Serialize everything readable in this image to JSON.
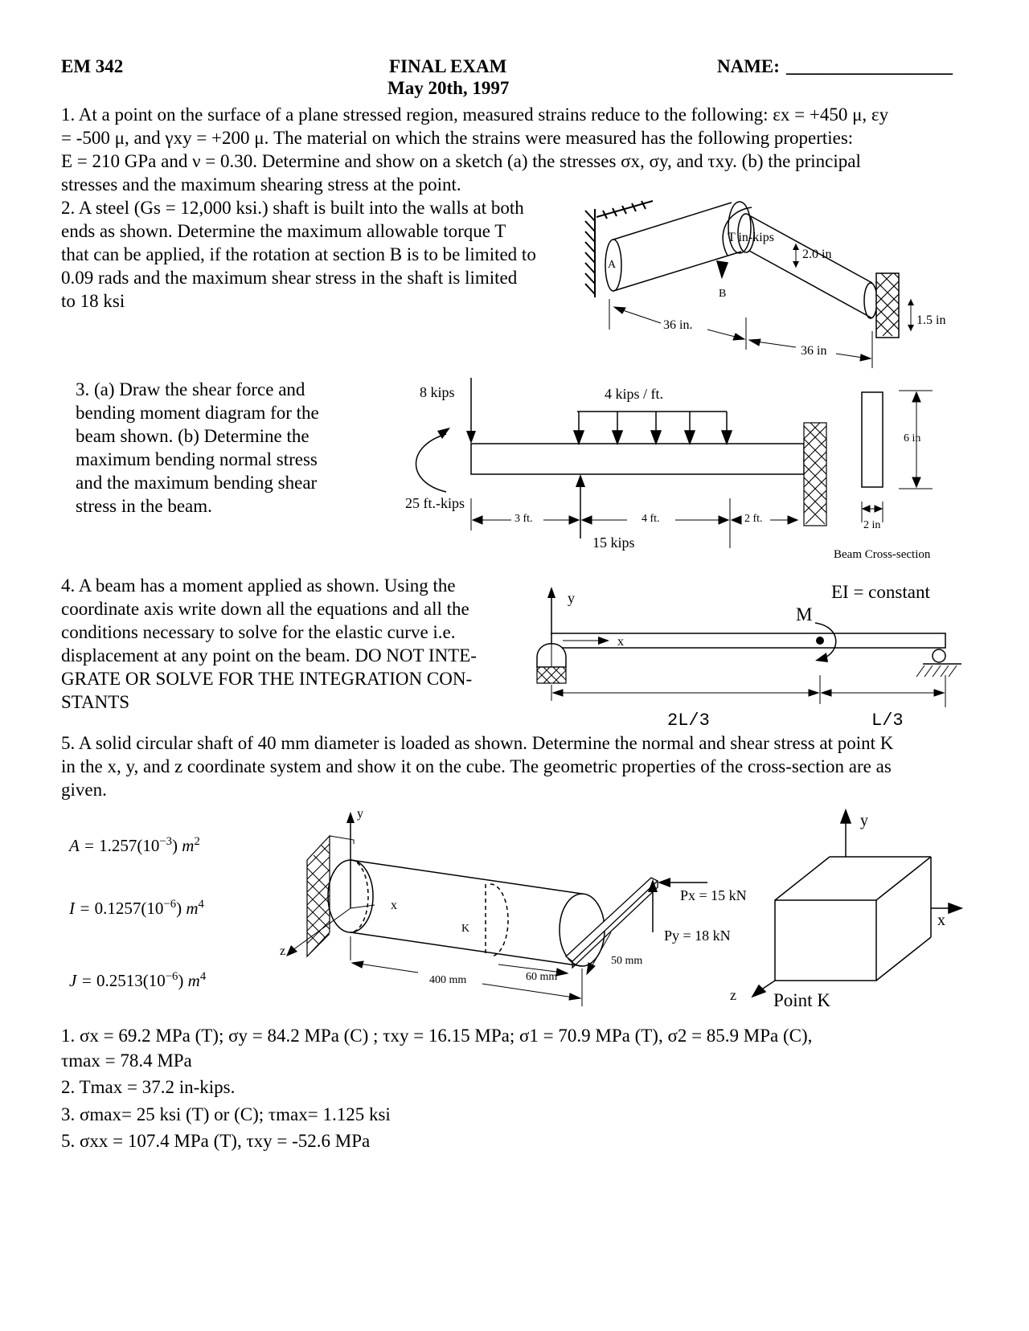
{
  "header": {
    "course": "EM 342",
    "title": "FINAL EXAM",
    "date": "May 20th, 1997",
    "name_label": "NAME:",
    "name_line": "__________________"
  },
  "problems": {
    "p1": {
      "lines": [
        "1.  At a point on the surface of a plane stressed region, measured strains reduce to the following: εx = +450 μ,  εy",
        "= -500 μ, and γxy = +200 μ. The material on which the strains were measured has the following properties:",
        "E = 210 GPa and ν = 0.30. Determine and show on a sketch (a) the stresses σx, σy, and τxy. (b) the principal",
        "stresses and the maximum shearing stress at the point."
      ]
    },
    "p2": {
      "lines": [
        "2.  A steel (Gs = 12,000 ksi.) shaft is built into the walls at both",
        "ends as shown. Determine the maximum allowable torque T",
        "that can be applied, if the rotation at section B is to be limited to",
        "0.09 rads and the maximum shear stress in the shaft is limited",
        "to 18 ksi"
      ],
      "labels": {
        "torque": "T in-kips",
        "dia_large": "2.0 in",
        "dia_small": "1.5 in",
        "len1": "36 in.",
        "len2": "36 in",
        "pt_a": "A",
        "pt_b": "B"
      }
    },
    "p3": {
      "lines": [
        "3.  (a) Draw the shear force and",
        "bending moment diagram for the",
        "beam shown. (b) Determine the",
        "maximum bending normal stress",
        "and the maximum bending shear",
        "stress in the beam."
      ],
      "labels": {
        "point_load": "8 kips",
        "dist_load": "4 kips / ft.",
        "moment": "25 ft.-kips",
        "reaction": "15 kips",
        "d1": "3 ft.",
        "d2": "4 ft.",
        "d3": "2 ft.",
        "depth": "6 in",
        "width": "2 in",
        "section": "Beam Cross-section"
      }
    },
    "p4": {
      "lines": [
        "4.  A beam has a moment applied as shown. Using the",
        "coordinate axis write down all the equations and all the",
        "conditions necessary to solve for the elastic curve i.e.",
        "displacement at any point on the beam. DO NOT INTE-",
        "GRATE OR SOLVE FOR THE INTEGRATION CON-",
        "STANTS"
      ],
      "labels": {
        "ei": "EI = constant",
        "moment": "M",
        "y": "y",
        "x": "x",
        "span1": "2L/3",
        "span2": "L/3"
      }
    },
    "p5": {
      "lines": [
        "5.  A solid circular shaft of 40 mm diameter is loaded as shown. Determine the normal and shear stress at point K",
        "in the x, y, and z coordinate system and show it on the cube. The geometric properties of the cross-section are as",
        "given."
      ],
      "props": {
        "a_lhs": "A",
        "a_coef": "1.257(10",
        "a_exp": "−3",
        "a_unit": "m",
        "a_uexp": "2",
        "i_lhs": "I",
        "i_coef": "0.1257(10",
        "i_exp": "−6",
        "i_unit": "m",
        "i_uexp": "4",
        "j_lhs": "J",
        "j_coef": "0.2513(10",
        "j_exp": "−6",
        "j_unit": "m",
        "j_uexp": "4"
      },
      "labels": {
        "px": "Px = 15 kN",
        "py": "Py = 18 kN",
        "len_400": "400 mm",
        "len_60": "60 mm",
        "len_50": "50 mm",
        "k": "K",
        "x": "x",
        "y": "y",
        "z": "z",
        "cube_x": "x",
        "cube_y": "y",
        "cube_z": "z",
        "point_k": "Point K"
      }
    }
  },
  "answers": [
    "1. σx = 69.2 MPa (T); σy = 84.2 MPa (C) ; τxy = 16.15 MPa;  σ1 = 70.9 MPa (T), σ2 = 85.9 MPa (C),",
    "τmax = 78.4 MPa",
    "2. Tmax = 37.2 in-kips.",
    "3. σmax= 25 ksi (T) or (C); τmax= 1.125 ksi",
    "5. σxx = 107.4 MPa (T), τxy = -52.6 MPa"
  ]
}
